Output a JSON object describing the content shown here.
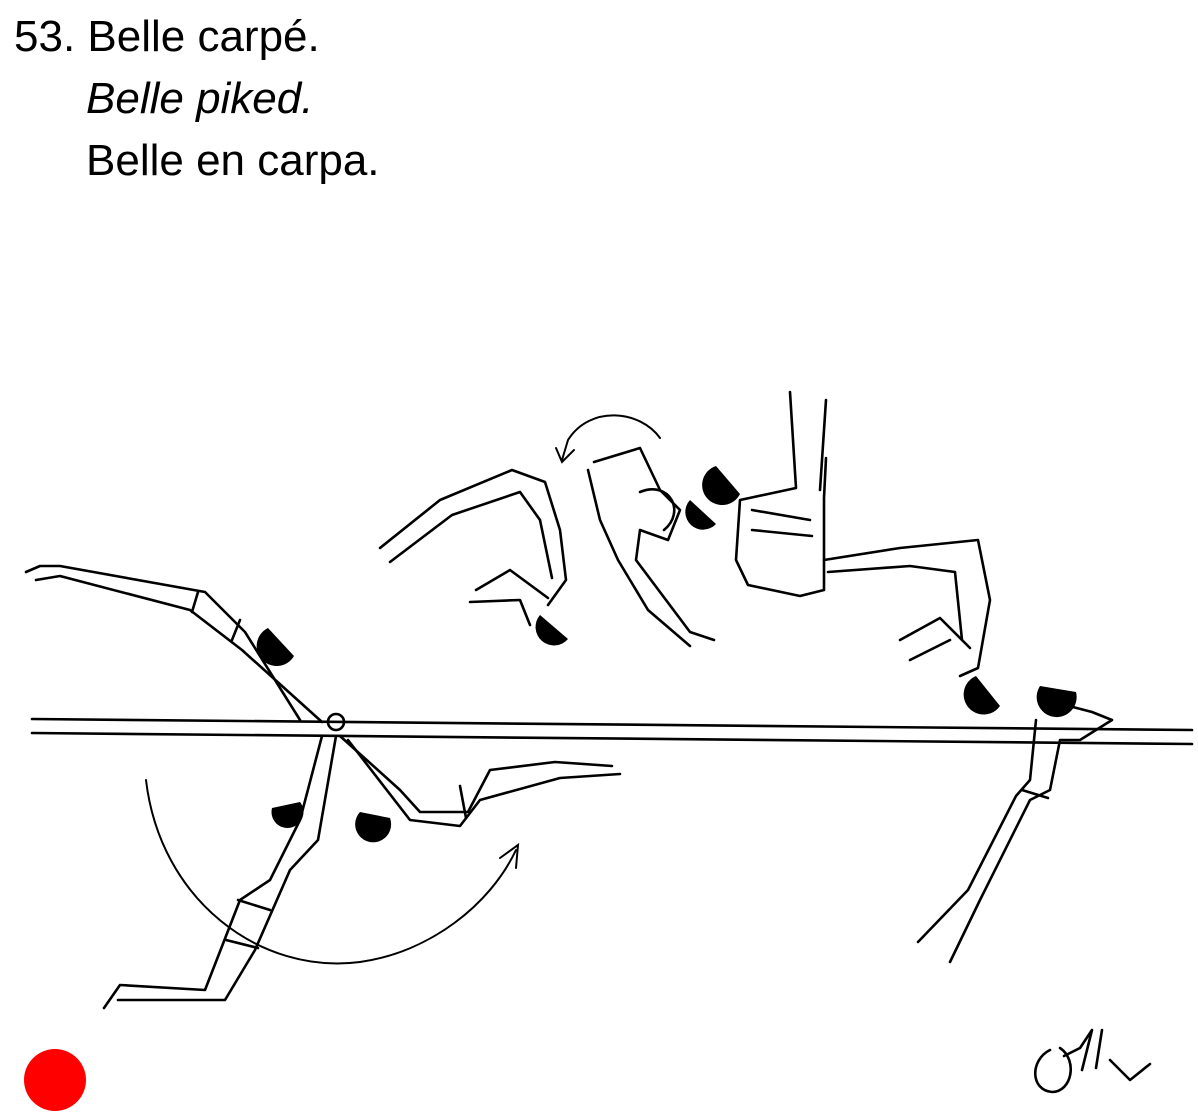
{
  "caption": {
    "number_title": "53. Belle carpé.",
    "english": "Belle piked.",
    "spanish": "Belle en carpa."
  },
  "signature_text": "Ollv",
  "marker": {
    "color": "#ff0000",
    "meaning": "difficulty-marker"
  }
}
